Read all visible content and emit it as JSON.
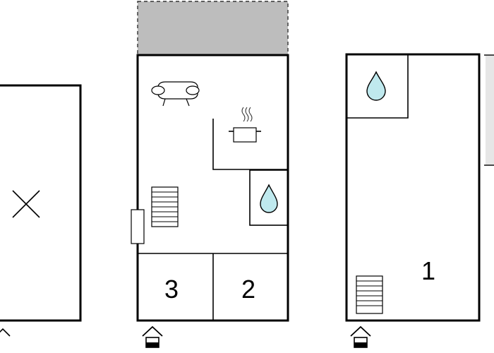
{
  "floorplan": {
    "room_labels": [
      "3",
      "2",
      "1"
    ],
    "icons": [
      "no-access-cross-icon",
      "sofa-icon",
      "cooking-pot-icon",
      "water-drop-icon",
      "stairs-icon",
      "entrance-icon",
      "window-icon"
    ],
    "colors": {
      "wall": "#000000",
      "terrace": "#bdbdbd",
      "water": "#bfe9ee",
      "side_panel": "#e6e6e6"
    }
  }
}
